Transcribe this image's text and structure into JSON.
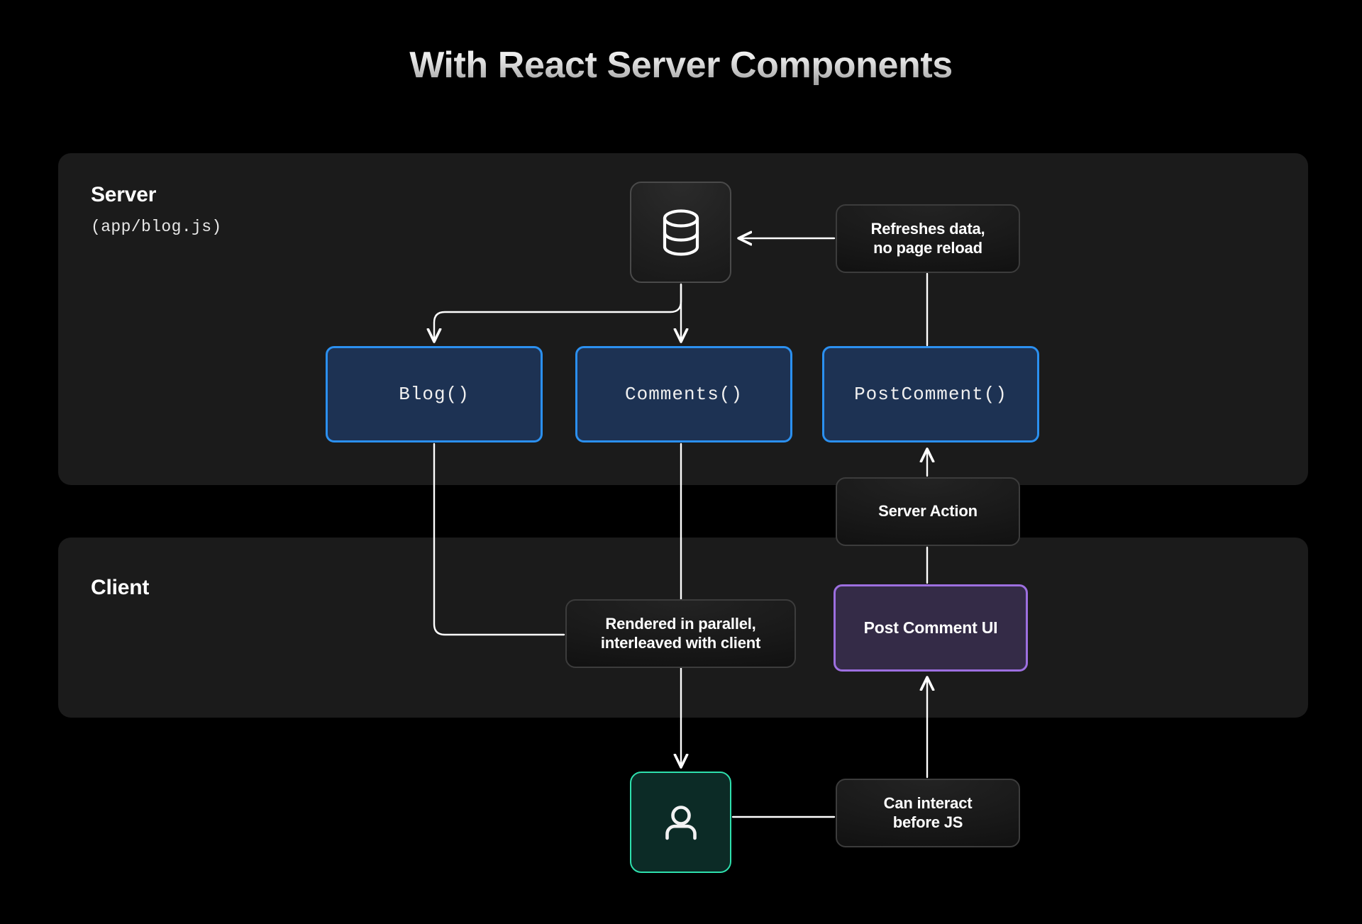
{
  "title": "With React Server Components",
  "colors": {
    "background": "#000000",
    "panel": "#1b1b1b",
    "server_node_border": "#2b90f0",
    "server_node_fill": "#1d3253",
    "client_node_border": "#9d6fe0",
    "client_node_fill": "#342b47",
    "user_node_border": "#2ee0ad",
    "user_node_fill": "#0c2b26",
    "note_border": "#3c3c3c",
    "connector": "#ffffff"
  },
  "panels": {
    "server": {
      "label": "Server",
      "sublabel": "(app/blog.js)"
    },
    "client": {
      "label": "Client"
    }
  },
  "nodes": {
    "database": {
      "icon": "database-icon",
      "label": ""
    },
    "blog": {
      "label": "Blog()"
    },
    "comments": {
      "label": "Comments()"
    },
    "post_comment": {
      "label": "PostComment()"
    },
    "post_comment_ui": {
      "label": "Post Comment UI"
    },
    "user": {
      "icon": "user-icon",
      "label": ""
    }
  },
  "notes": {
    "refresh": {
      "line1": "Refreshes data,",
      "line2": "no page reload"
    },
    "server_action": {
      "line1": "Server Action",
      "line2": ""
    },
    "parallel": {
      "line1": "Rendered in parallel,",
      "line2": "interleaved with client"
    },
    "interact": {
      "line1": "Can interact",
      "line2": "before JS"
    }
  },
  "connectors": [
    {
      "from": "refresh-note",
      "to": "database",
      "direction": "left",
      "arrow": true
    },
    {
      "from": "database",
      "to": "blog",
      "direction": "down",
      "arrow": true
    },
    {
      "from": "database",
      "to": "comments",
      "direction": "down",
      "arrow": true
    },
    {
      "from": "refresh-note",
      "to": "post-comment",
      "direction": "down",
      "arrow": false
    },
    {
      "from": "blog",
      "to": "parallel-note",
      "direction": "down-right",
      "arrow": false
    },
    {
      "from": "comments",
      "to": "user",
      "direction": "down",
      "arrow": true
    },
    {
      "from": "server-action-note",
      "to": "post-comment",
      "direction": "up",
      "arrow": true
    },
    {
      "from": "post-comment-ui",
      "to": "server-action-note",
      "direction": "up",
      "arrow": false
    },
    {
      "from": "interact-note",
      "to": "post-comment-ui",
      "direction": "up",
      "arrow": true
    },
    {
      "from": "interact-note",
      "to": "user",
      "direction": "left",
      "arrow": false
    }
  ]
}
